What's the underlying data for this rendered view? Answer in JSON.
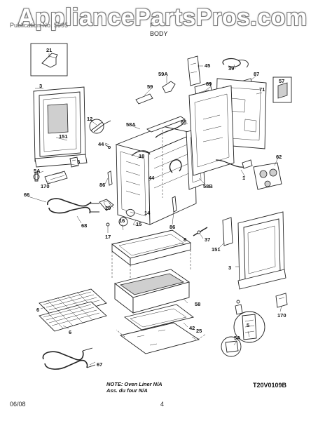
{
  "watermark": "AppliancePartsPros.com",
  "header": {
    "left_text": "Publication No. 5995",
    "right_text": "F",
    "section": "BODY"
  },
  "footer": {
    "date": "06/08",
    "page": "4",
    "diagram_code": "T20V0109B"
  },
  "note": {
    "line1": "NOTE: Oven Liner N/A",
    "line2": "Ass. du four N/A"
  },
  "part_labels": [
    "21",
    "3",
    "151",
    "5",
    "5A",
    "170",
    "66",
    "68",
    "12",
    "44",
    "58A",
    "18",
    "44",
    "86",
    "59",
    "59A",
    "45",
    "89",
    "88",
    "39",
    "87",
    "57",
    "71",
    "62",
    "58B",
    "1",
    "29",
    "14",
    "16",
    "15",
    "17",
    "86",
    "8",
    "37",
    "151",
    "3",
    "58",
    "42",
    "25",
    "6",
    "6",
    "67",
    "5",
    "5A",
    "170"
  ]
}
